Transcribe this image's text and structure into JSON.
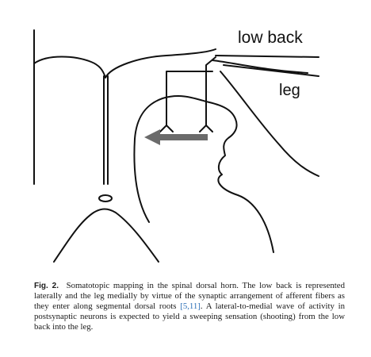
{
  "figure": {
    "labels": {
      "low_back": "low back",
      "leg": "leg"
    },
    "colors": {
      "line": "#111111",
      "arrow": "#6b6b6b",
      "citation": "#2b6fb6"
    }
  },
  "caption": {
    "fig_number": "Fig. 2.",
    "text_before_citation": "Somatotopic mapping in the spinal dorsal horn. The low back is represented laterally and the leg medially by virtue of the synaptic arrangement of afferent fibers as they enter along segmental dorsal roots ",
    "citation": "[5,11]",
    "text_after_citation": ". A lateral-to-medial wave of activity in postsynaptic neurons is expected to yield a sweeping sensation (shooting) from the low back into the leg."
  }
}
